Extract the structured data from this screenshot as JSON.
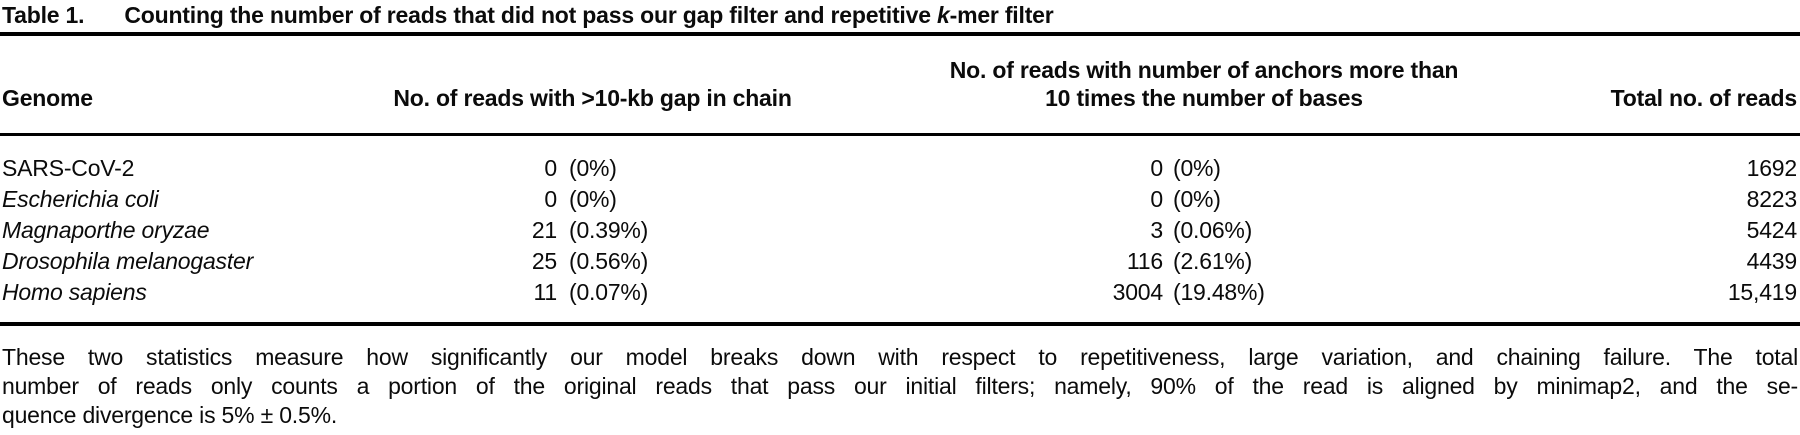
{
  "table": {
    "label": "Table 1.",
    "title": {
      "pre_italic": "Counting the number of reads that did not pass our gap filter and repetitive ",
      "italic_k": "k",
      "post_italic": "-mer filter"
    },
    "headers": {
      "genome": "Genome",
      "gap": "No. of reads with >10-kb gap in chain",
      "anchors_line1": "No. of reads with number of anchors more than",
      "anchors_line2": "10 times the number of bases",
      "total": "Total no. of reads"
    },
    "rows": [
      {
        "genome": "SARS-CoV-2",
        "gap_count": "0",
        "gap_pct": "(0%)",
        "anchor_count": "0",
        "anchor_pct": "(0%)",
        "total": "1692"
      },
      {
        "genome": "Escherichia coli",
        "gap_count": "0",
        "gap_pct": "(0%)",
        "anchor_count": "0",
        "anchor_pct": "(0%)",
        "total": "8223"
      },
      {
        "genome": "Magnaporthe oryzae",
        "gap_count": "21",
        "gap_pct": "(0.39%)",
        "anchor_count": "3",
        "anchor_pct": "(0.06%)",
        "total": "5424"
      },
      {
        "genome": "Drosophila melanogaster",
        "gap_count": "25",
        "gap_pct": "(0.56%)",
        "anchor_count": "116",
        "anchor_pct": "(2.61%)",
        "total": "4439"
      },
      {
        "genome": "Homo sapiens",
        "gap_count": "11",
        "gap_pct": "(0.07%)",
        "anchor_count": "3004",
        "anchor_pct": "(19.48%)",
        "total": "15,419"
      }
    ],
    "footnote": {
      "line1": "These two statistics measure how significantly our model breaks down with respect to repetitiveness, large variation, and chaining failure. The total",
      "line2": "number of reads only counts a portion of the original reads that pass our initial filters; namely, 90% of the read is aligned by minimap2, and the se-",
      "line3": "quence divergence is 5% ± 0.5%."
    }
  }
}
